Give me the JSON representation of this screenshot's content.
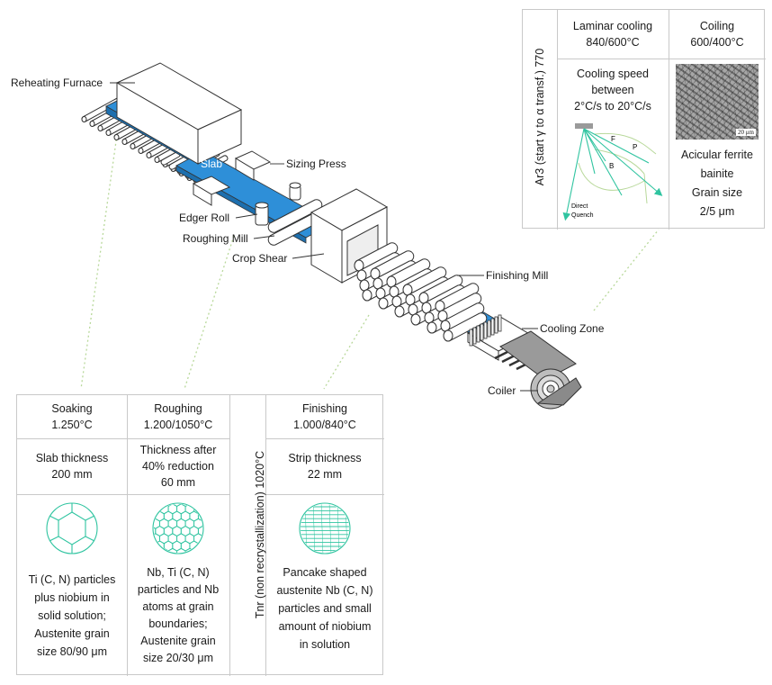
{
  "machine_labels": {
    "reheating_furnace": "Reheating Furnace",
    "slab": "Slab",
    "sizing_press": "Sizing Press",
    "edger_roll": "Edger Roll",
    "roughing_mill": "Roughing Mill",
    "crop_shear": "Crop Shear",
    "finishing_mill": "Finishing Mill",
    "cooling_zone": "Cooling Zone",
    "coiler": "Coiler"
  },
  "top_panel": {
    "vertical_label": "Ar3 (start γ to α transf.) 770",
    "laminar_title": "Laminar cooling",
    "laminar_temp": "840/600°C",
    "coiling_title": "Coiling",
    "coiling_temp": "600/400°C",
    "cooling_speed_1": "Cooling speed",
    "cooling_speed_2": "between",
    "cooling_speed_3": "2°C/s to 20°C/s",
    "phase_f": "F",
    "phase_p": "P",
    "phase_b": "B",
    "direct_1": "Direct",
    "direct_2": "Quench",
    "micro_scale": "20 μm",
    "result_1": "Acicular ferrite",
    "result_2": "bainite",
    "result_3": "Grain size",
    "result_4": "2/5 μm"
  },
  "bottom_panel": {
    "soaking_title": "Soaking",
    "soaking_temp": "1.250°C",
    "soaking_thick_1": "Slab thickness",
    "soaking_thick_2": "200 mm",
    "soaking_desc": [
      "Ti (C, N) particles",
      "plus niobium in",
      "solid solution;",
      "Austenite grain",
      "size 80/90 μm"
    ],
    "roughing_title": "Roughing",
    "roughing_temp": "1.200/1050°C",
    "roughing_thick_1": "Thickness after",
    "roughing_thick_2": "40% reduction",
    "roughing_thick_3": "60 mm",
    "roughing_desc": [
      "Nb, Ti (C, N)",
      "particles and Nb",
      "atoms at grain",
      "boundaries;",
      "Austenite grain",
      "size 20/30 μm"
    ],
    "vertical_label": "Tnr (non recrystallization) 1020°C",
    "finishing_title": "Finishing",
    "finishing_temp": "1.000/840°C",
    "finishing_thick_1": "Strip thickness",
    "finishing_thick_2": "22 mm",
    "finishing_desc": [
      "Pancake shaped",
      "austenite Nb (C, N)",
      "particles and small",
      "amount of niobium",
      "in solution"
    ]
  },
  "colors": {
    "slab_blue": "#2e8fd8",
    "accent_green": "#2fc4a0",
    "dotted_line": "#b8d89a",
    "outline": "#333333",
    "border": "#c9c9c9"
  }
}
